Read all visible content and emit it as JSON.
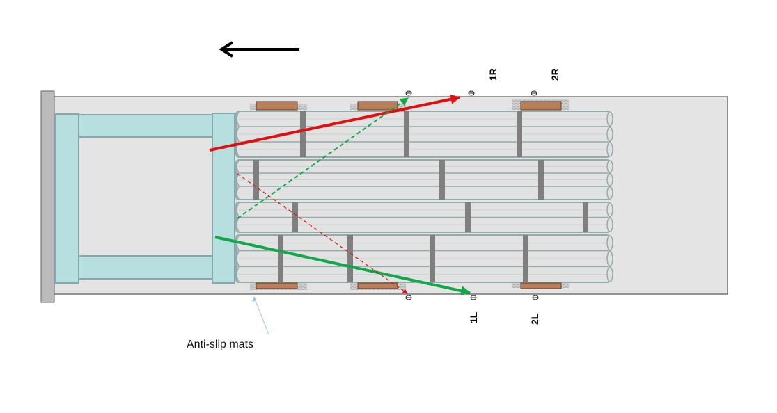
{
  "labels": {
    "anchor_1R": "1R",
    "anchor_2R": "2R",
    "anchor_1L": "1L",
    "anchor_2L": "2L",
    "anti_slip_mats": "Anti-slip mats"
  },
  "colors": {
    "trailer_deck": "#e4e4e4",
    "trailer_outline": "#333333",
    "headboard": "#bbbbbb",
    "frame_fill": "#b8dfe0",
    "frame_stroke": "#86a8a8",
    "pipe_stroke": "#94abab",
    "strap": "#7f7f7f",
    "mat_fill": "#b97f5a",
    "mat_texture": "#bdbdbd",
    "lashing_red": "#e01010",
    "lashing_green": "#10a84a",
    "direction_arrow": "#000000",
    "callout_line": "#9fc4d8"
  },
  "icons": {
    "direction": "arrow-left-icon",
    "anchor": "lashing-point-icon"
  }
}
